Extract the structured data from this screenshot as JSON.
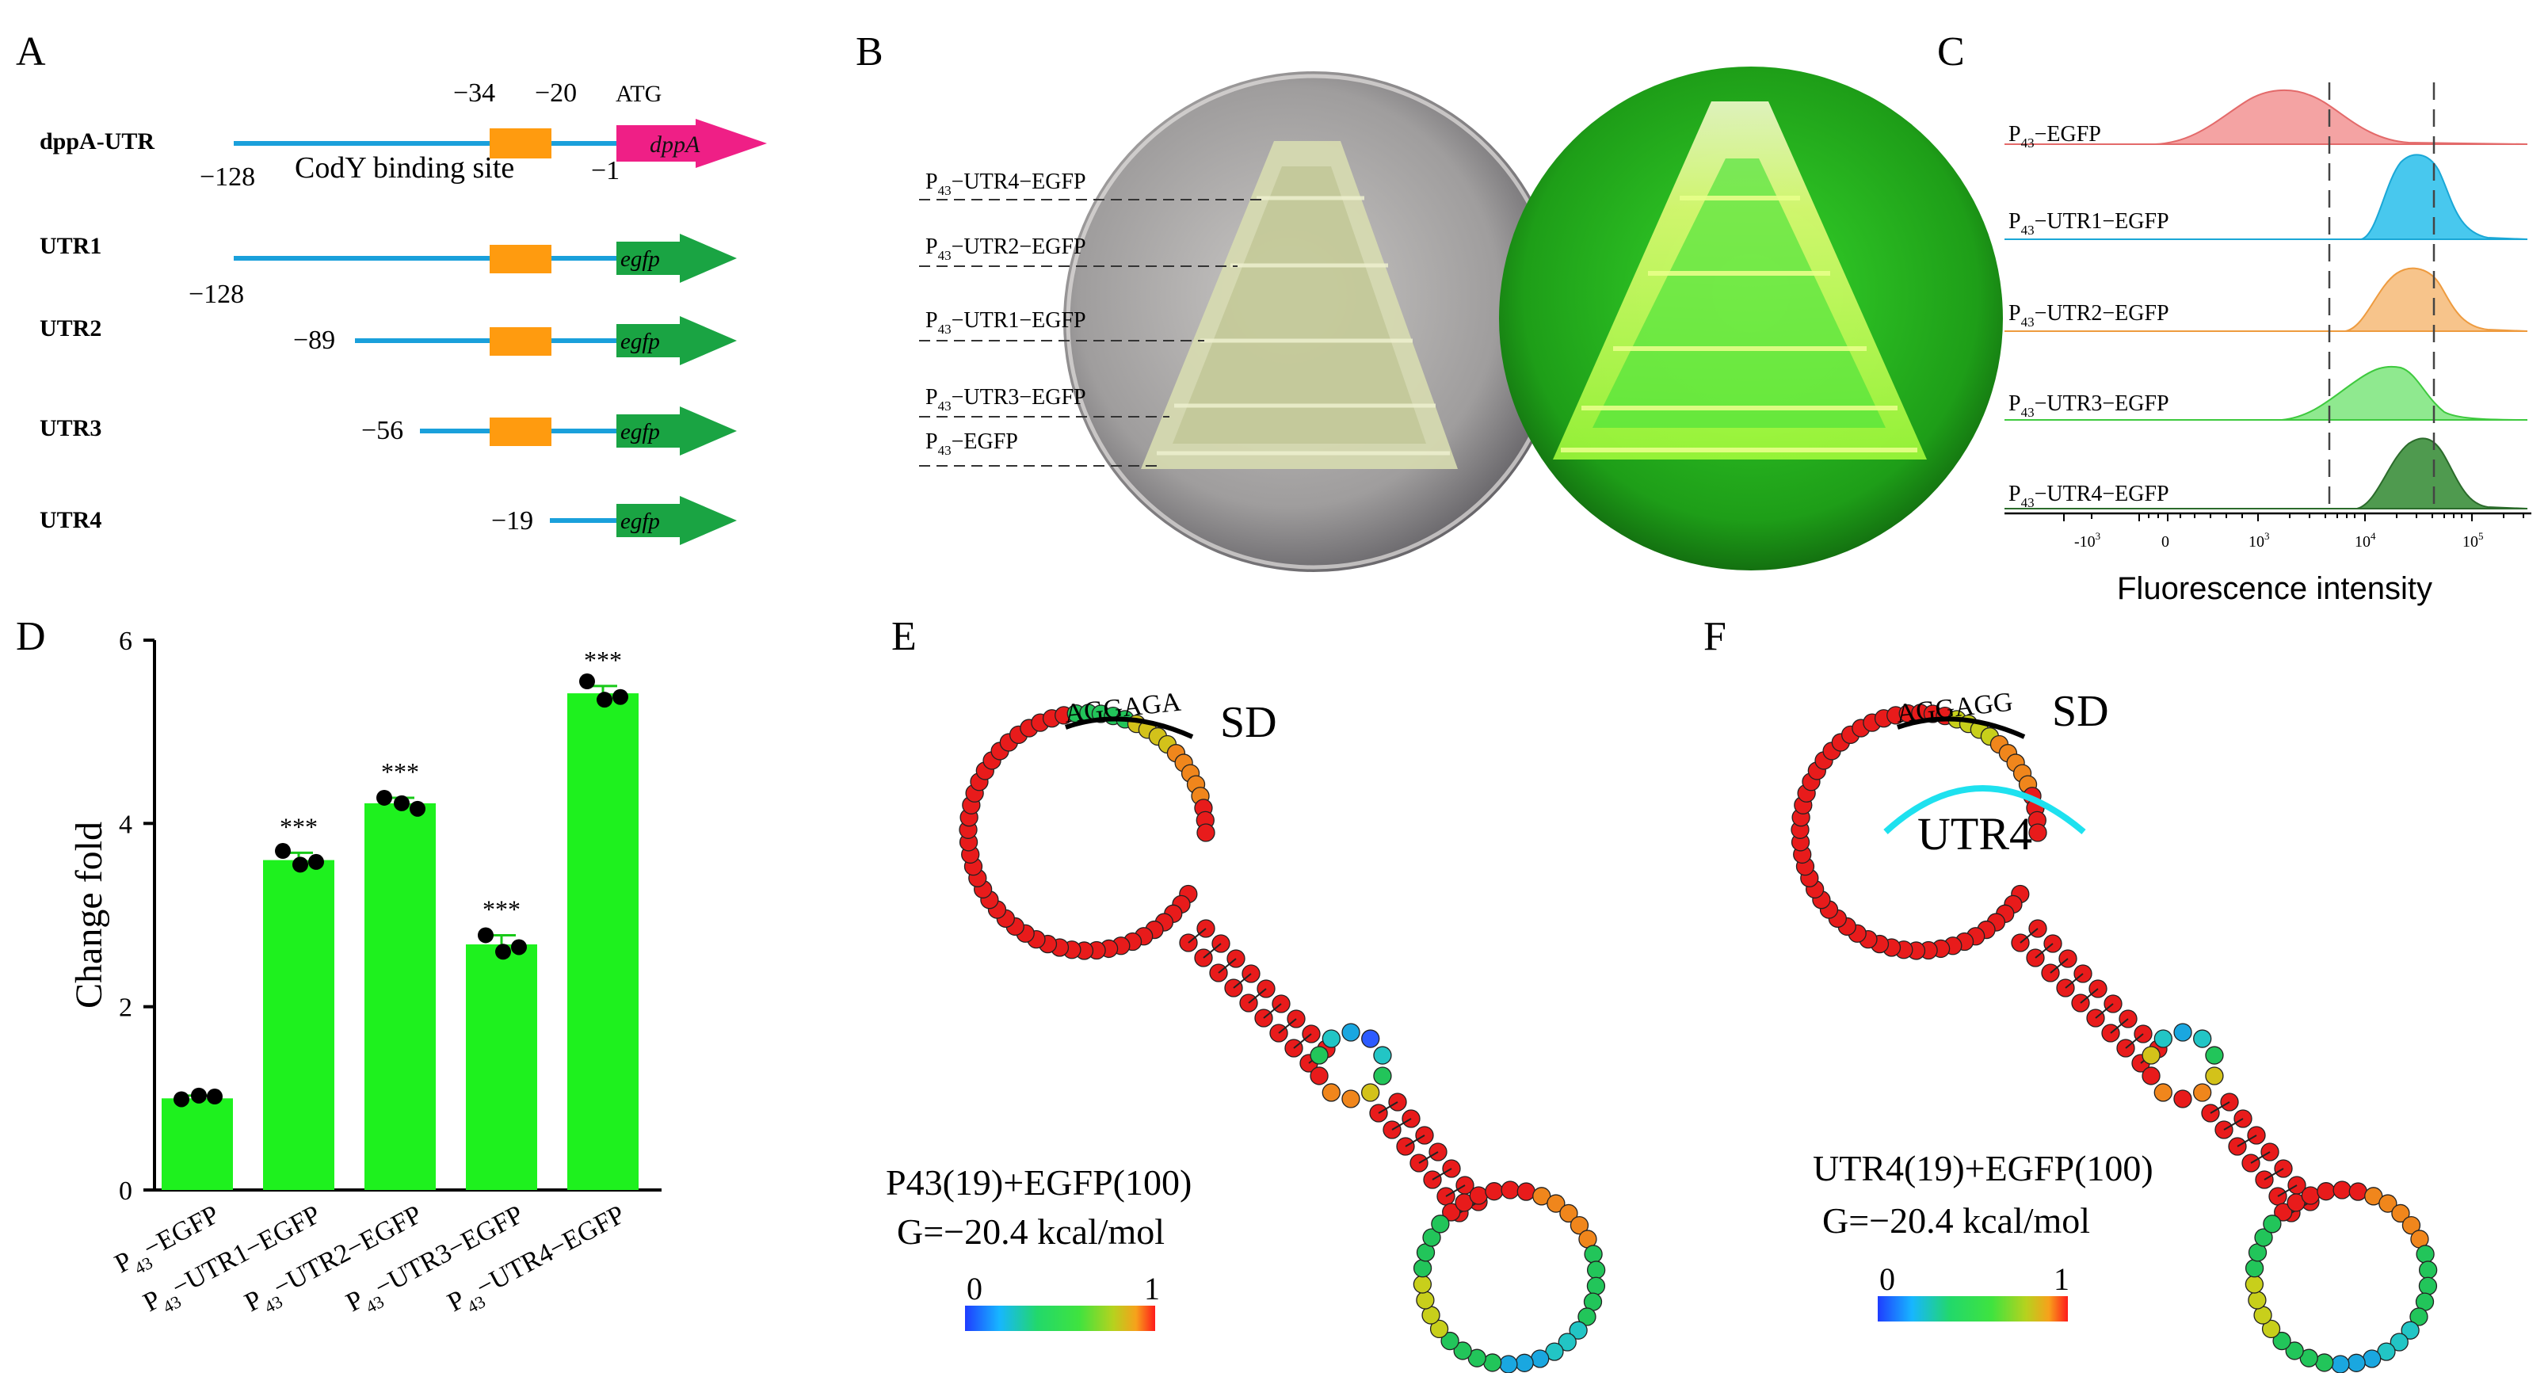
{
  "panels": {
    "A": "A",
    "B": "B",
    "C": "C",
    "D": "D",
    "E": "E",
    "F": "F"
  },
  "panel_a": {
    "dppa_label": "dppA-UTR",
    "pos_m34": "−34",
    "pos_m20": "−20",
    "atg": "ATG",
    "gene_dppA": "dppA",
    "pos_m128": "−128",
    "cody": "CodY binding site",
    "pos_m1": "−1",
    "rows": [
      {
        "label": "UTR1",
        "start": "−128",
        "gene": "egfp"
      },
      {
        "label": "UTR2",
        "start": "−89",
        "gene": "egfp"
      },
      {
        "label": "UTR3",
        "start": "−56",
        "gene": "egfp"
      },
      {
        "label": "UTR4",
        "start": "−19",
        "gene": "egfp"
      }
    ]
  },
  "panel_b": {
    "labels": [
      {
        "p": "P",
        "sub": "43",
        "rest": "−UTR4−EGFP"
      },
      {
        "p": "P",
        "sub": "43",
        "rest": "−UTR2−EGFP"
      },
      {
        "p": "P",
        "sub": "43",
        "rest": "−UTR1−EGFP"
      },
      {
        "p": "P",
        "sub": "43",
        "rest": "−UTR3−EGFP"
      },
      {
        "p": "P",
        "sub": "43",
        "rest": "−EGFP"
      }
    ]
  },
  "panel_c": {
    "tracks": [
      {
        "p": "P",
        "sub": "43",
        "rest": "−EGFP",
        "color": "#f4a3a3",
        "line": "#e36a6a"
      },
      {
        "p": "P",
        "sub": "43",
        "rest": "−UTR1−EGFP",
        "color": "#48c8ee",
        "line": "#1aa7d6"
      },
      {
        "p": "P",
        "sub": "43",
        "rest": "−UTR2−EGFP",
        "color": "#f7c48b",
        "line": "#ee9b3f"
      },
      {
        "p": "P",
        "sub": "43",
        "rest": "−UTR3−EGFP",
        "color": "#8fe98f",
        "line": "#3ec93e"
      },
      {
        "p": "P",
        "sub": "43",
        "rest": "−UTR4−EGFP",
        "color": "#4f9a4f",
        "line": "#2b6b2b"
      }
    ],
    "ticks": [
      {
        "base": "-10",
        "exp": "3"
      },
      {
        "base": "0",
        "exp": ""
      },
      {
        "base": "10",
        "exp": "3"
      },
      {
        "base": "10",
        "exp": "4"
      },
      {
        "base": "10",
        "exp": "5"
      }
    ],
    "xlabel": "Fluorescence intensity"
  },
  "panel_e": {
    "seq": "AGGAGA",
    "sd": "SD",
    "name": "P43(19)+EGFP(100)",
    "energy": "G=−20.4 kcal/mol",
    "scale_min": "0",
    "scale_max": "1"
  },
  "panel_f": {
    "seq": "AGGAGG",
    "sd": "SD",
    "utr_label": "UTR4",
    "name": "UTR4(19)+EGFP(100)",
    "energy": "G=−20.4 kcal/mol",
    "scale_min": "0",
    "scale_max": "1"
  },
  "chart_data": {
    "type": "bar",
    "categories": [
      "P43−EGFP",
      "P43−UTR1−EGFP",
      "P43−UTR2−EGFP",
      "P43−UTR3−EGFP",
      "P43−UTR4−EGFP"
    ],
    "category_labels": [
      {
        "p": "P",
        "sub": "43",
        "rest": "−EGFP"
      },
      {
        "p": "P",
        "sub": "43",
        "rest": "−UTR1−EGFP"
      },
      {
        "p": "P",
        "sub": "43",
        "rest": "−UTR2−EGFP"
      },
      {
        "p": "P",
        "sub": "43",
        "rest": "−UTR3−EGFP"
      },
      {
        "p": "P",
        "sub": "43",
        "rest": "−UTR4−EGFP"
      }
    ],
    "values": [
      1.0,
      3.6,
      4.22,
      2.68,
      5.42
    ],
    "errors": [
      0.03,
      0.08,
      0.06,
      0.1,
      0.08
    ],
    "points": [
      [
        0.99,
        1.03,
        1.02
      ],
      [
        3.7,
        3.55,
        3.58
      ],
      [
        4.28,
        4.22,
        4.16
      ],
      [
        2.78,
        2.6,
        2.65
      ],
      [
        5.55,
        5.35,
        5.38
      ]
    ],
    "significance": [
      "",
      "***",
      "***",
      "***",
      "***"
    ],
    "ylabel": "Change fold",
    "yticks": [
      "0",
      "2",
      "4",
      "6"
    ],
    "ylim": [
      0,
      6
    ],
    "bar_color": "#1ef11e"
  }
}
